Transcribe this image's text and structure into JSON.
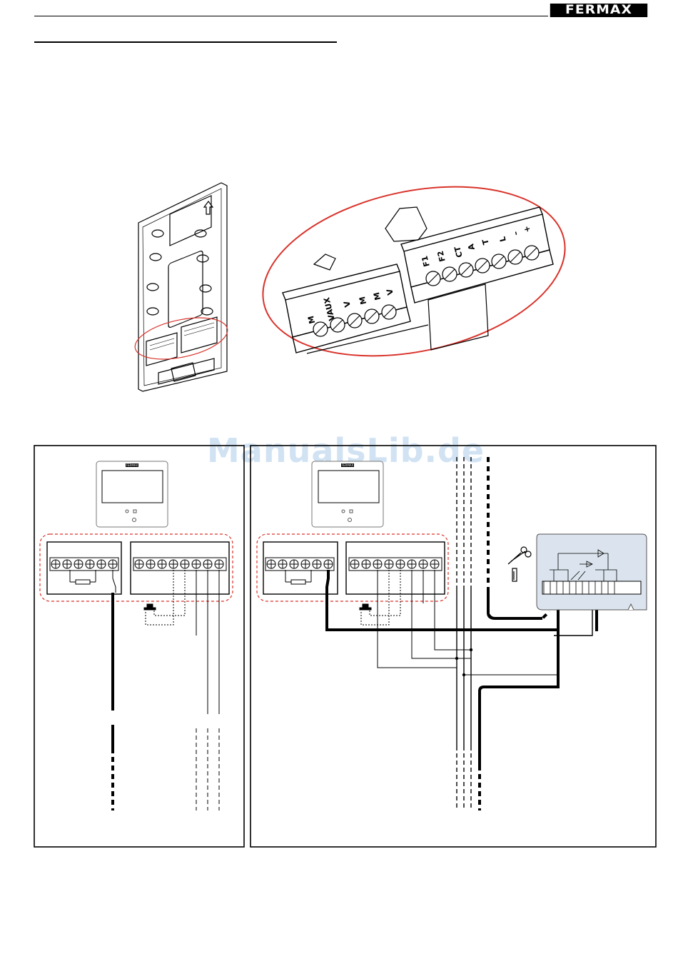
{
  "header": {
    "brand": "FERMAX",
    "watermark": "ManualsLib.de"
  },
  "colors": {
    "ink": "#000000",
    "highlight": "#d9332b",
    "module_fill": "#dbe4ee",
    "watermark": "#c9ddf2"
  },
  "monitor": {
    "brand": "FERMAX"
  },
  "terminals": {
    "left_block": [
      "M",
      "VAUX",
      "V",
      "M",
      "M",
      "V"
    ],
    "right_block": [
      "F1",
      "F2",
      "CT",
      "A",
      "T",
      "L",
      "–",
      "+"
    ]
  }
}
